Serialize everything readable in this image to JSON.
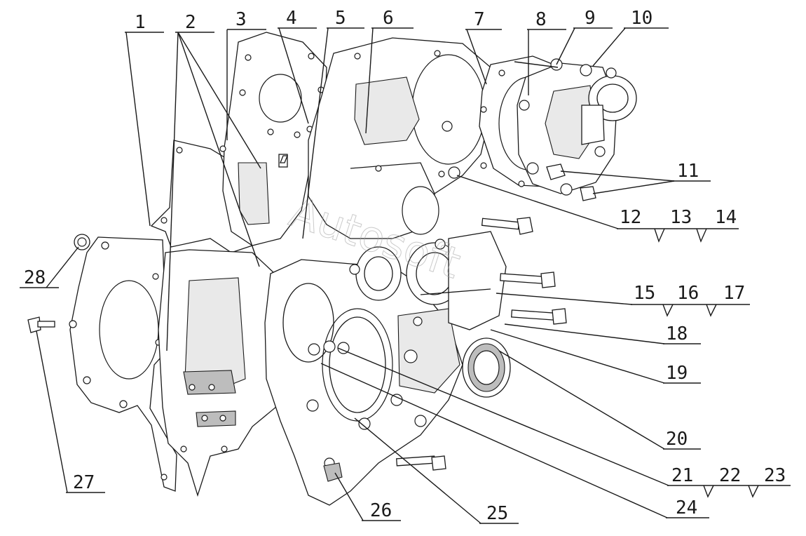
{
  "labels": [
    "1",
    "2",
    "3",
    "4",
    "5",
    "6",
    "7",
    "8",
    "9",
    "10",
    "11",
    "12",
    "13",
    "14",
    "15",
    "16",
    "17",
    "18",
    "19",
    "20",
    "21",
    "22",
    "23",
    "24",
    "25",
    "26",
    "27",
    "28"
  ],
  "watermark": "Autosoft",
  "colors": {
    "line": "#1a1a1a",
    "background": "#ffffff",
    "watermark": "#a0a0a0"
  }
}
